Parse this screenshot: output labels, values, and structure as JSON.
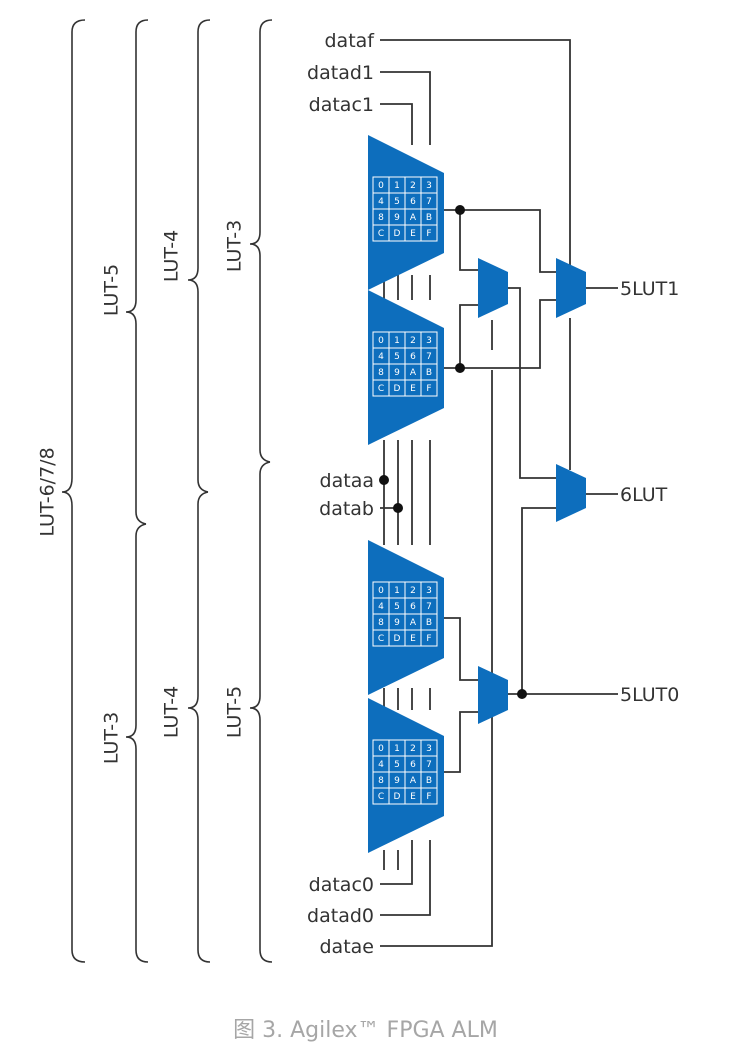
{
  "caption": "图 3. Agilex™ FPGA ALM",
  "colors": {
    "lut_fill": "#0d6ebd",
    "wire": "#333333",
    "caption": "#a6a6a6",
    "cell_grid": "#ffffff"
  },
  "inputs": {
    "dataf": "dataf",
    "datad1": "datad1",
    "datac1": "datac1",
    "dataa": "dataa",
    "datab": "datab",
    "datac0": "datac0",
    "datad0": "datad0",
    "datae": "datae"
  },
  "outputs": {
    "lut5_1": "5LUT1",
    "lut6": "6LUT",
    "lut5_0": "5LUT0"
  },
  "brace_labels": {
    "lut678": "LUT-6/7/8",
    "lut5_top": "LUT-5",
    "lut3_bottom_outer": "LUT-3",
    "lut4_top": "LUT-4",
    "lut4_bottom": "LUT-4",
    "lut3_top": "LUT-3",
    "lut5_bottom": "LUT-5"
  },
  "lut_cells": [
    "0",
    "1",
    "2",
    "3",
    "4",
    "5",
    "6",
    "7",
    "8",
    "9",
    "A",
    "B",
    "C",
    "D",
    "E",
    "F"
  ],
  "lut_blocks": [
    "lut-block-1",
    "lut-block-2",
    "lut-block-3",
    "lut-block-4"
  ],
  "muxes": [
    "mux-top-inner",
    "mux-5lut1",
    "mux-6lut",
    "mux-5lut0"
  ]
}
